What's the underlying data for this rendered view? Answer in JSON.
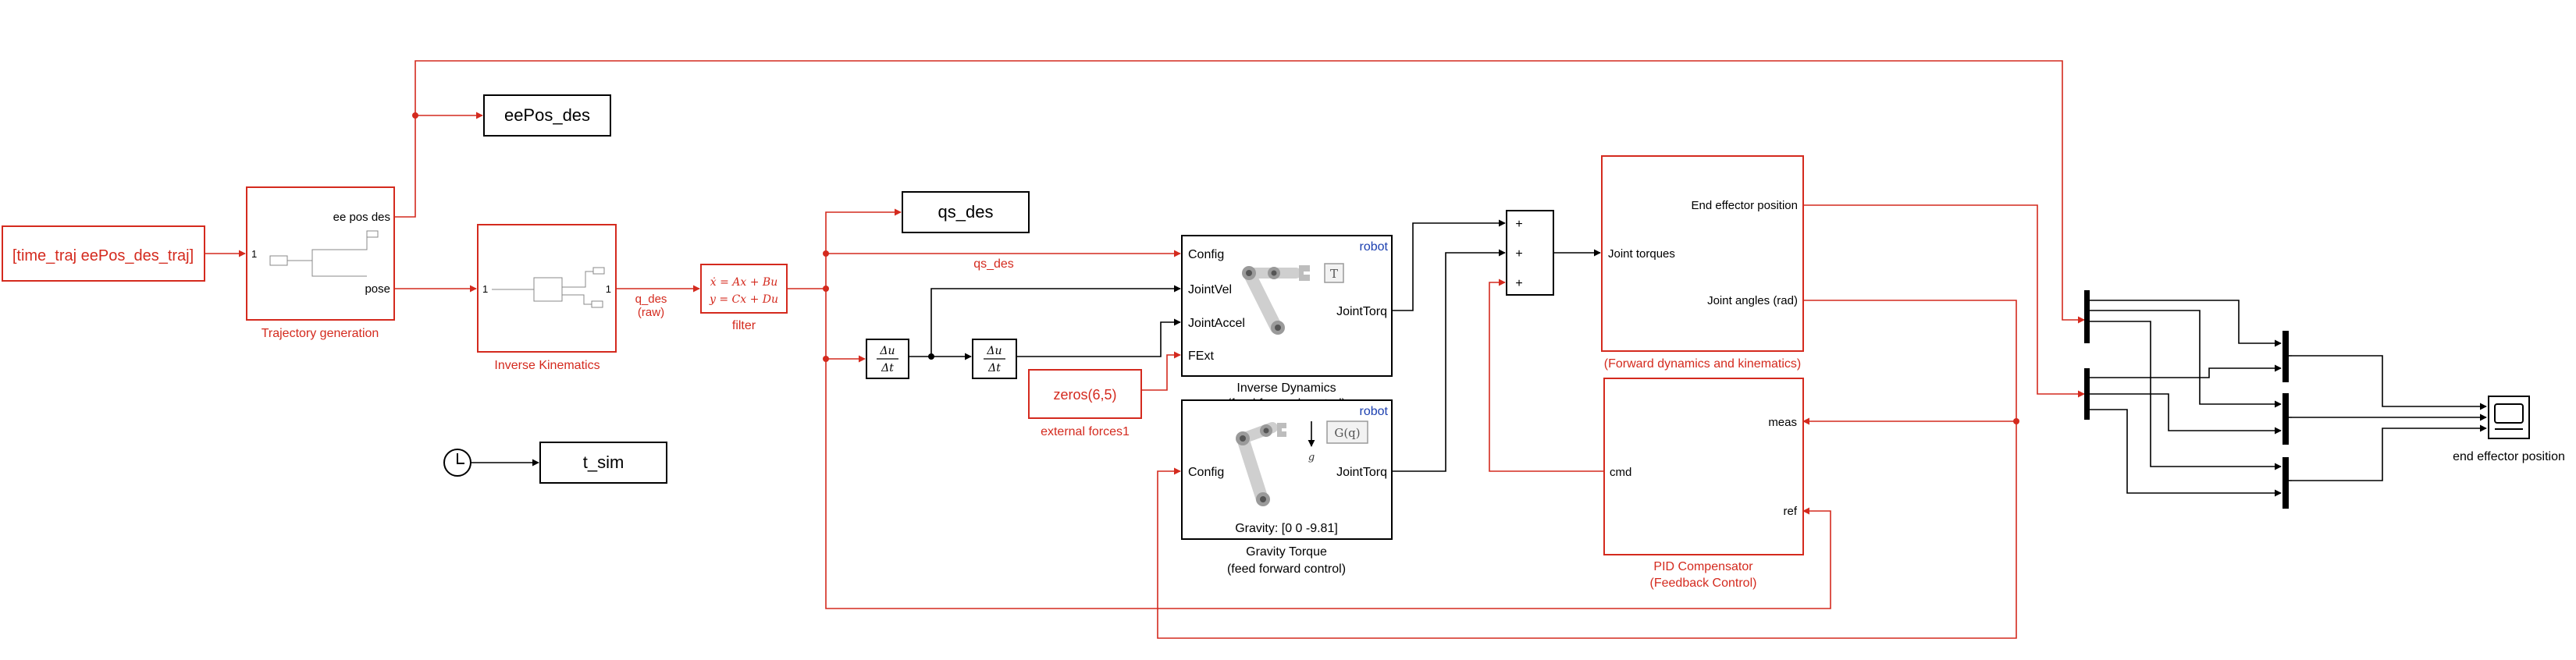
{
  "colors": {
    "accent_red": "#d42a1e",
    "line_black": "#000000",
    "link_blue": "#1b3fb0"
  },
  "blocks": {
    "from_workspace": {
      "label": "[time_traj eePos_des_traj]",
      "port_out": "1"
    },
    "trajectory": {
      "name": "Trajectory generation",
      "port_in": "1",
      "port_ee": "ee pos des",
      "port_pose": "pose"
    },
    "ee_pos_des": {
      "label": "eePos_des"
    },
    "inverse_kinematics": {
      "name": "Inverse Kinematics",
      "port_in": "1",
      "port_out": "1"
    },
    "q_des_signal": {
      "line1": "q_des",
      "line2": "(raw)"
    },
    "filter": {
      "name": "filter",
      "eq1": "ẋ = Ax + Bu",
      "eq2": "y = Cx + Du"
    },
    "qs_des_block": {
      "label": "qs_des"
    },
    "qs_des_signal": {
      "label": "qs_des"
    },
    "derivative1": {
      "num": "Δu",
      "den": "Δt"
    },
    "derivative2": {
      "num": "Δu",
      "den": "Δt"
    },
    "inverse_dynamics": {
      "name1": "Inverse Dynamics",
      "name2": "(feed forward control)",
      "tag": "robot",
      "ports": [
        "Config",
        "JointVel",
        "JointAccel",
        "FExt"
      ],
      "out": "JointTorq",
      "icon_letter": "T"
    },
    "external_forces": {
      "label": "zeros(6,5)",
      "name": "external forces1"
    },
    "gravity_torque": {
      "name1": "Gravity Torque",
      "name2": "(feed forward control)",
      "tag": "robot",
      "port_in": "Config",
      "out": "JointTorq",
      "gravity_text": "Gravity: [0 0 -9.81]",
      "icon_text": "G(q)",
      "g_letter": "g"
    },
    "clock_out": {
      "label": "t_sim"
    },
    "sum": {
      "signs": [
        "+",
        "+",
        "+"
      ]
    },
    "forward_dynamics": {
      "name": "(Forward dynamics and kinematics)",
      "port_in": "Joint torques",
      "out1": "End effector position",
      "out2": "Joint angles (rad)"
    },
    "pid": {
      "name1": "PID Compensator",
      "name2": "(Feedback Control)",
      "port_cmd": "cmd",
      "port_meas": "meas",
      "port_ref": "ref"
    },
    "scope": {
      "name": "end effector position"
    }
  }
}
